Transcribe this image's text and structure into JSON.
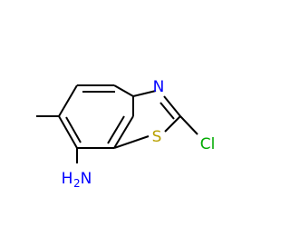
{
  "molecule": {
    "atoms": {
      "amine": {
        "symbol": "H",
        "subscript": "2",
        "tail": "N",
        "color": "#0000ff"
      },
      "sulfur": {
        "symbol": "S",
        "color": "#b8a000"
      },
      "nitrogen": {
        "symbol": "N",
        "color": "#0000ff"
      },
      "chlorine": {
        "symbol": "Cl",
        "color": "#00aa00"
      }
    },
    "bond_color": "#000000"
  }
}
